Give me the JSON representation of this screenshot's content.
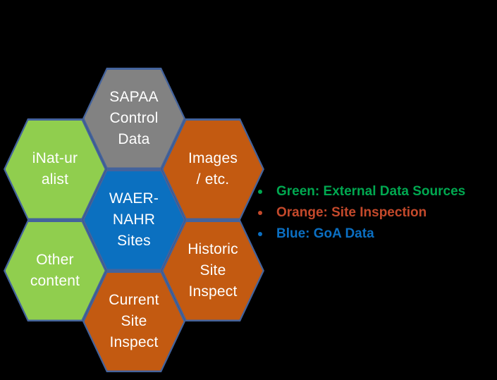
{
  "canvas": {
    "background": "#000000"
  },
  "colors": {
    "hex_border": "#44639C",
    "label_text": "#FFFFFF"
  },
  "hexagons": [
    {
      "id": "sapaa-control-data",
      "label": "SAPAA\nControl\nData",
      "fill": "#828282"
    },
    {
      "id": "inaturalist",
      "label": "iNat-ur\nalist",
      "fill": "#90CE4E"
    },
    {
      "id": "images-etc",
      "label": "Images\n/ etc.",
      "fill": "#C35A11"
    },
    {
      "id": "waer-nahr-sites",
      "label": "WAER-\nNAHR\nSites",
      "fill": "#0B70C0"
    },
    {
      "id": "other-content",
      "label": "Other\ncontent",
      "fill": "#90CE4E"
    },
    {
      "id": "historic-site-inspect",
      "label": "Historic\nSite\nInspect",
      "fill": "#C35A11"
    },
    {
      "id": "current-site-inspect",
      "label": "Current\nSite\nInspect",
      "fill": "#C35A11"
    }
  ],
  "legend": {
    "items": [
      {
        "text": "Green: External Data Sources",
        "color": "#00A850"
      },
      {
        "text": "Orange: Site Inspection",
        "color": "#C4492B"
      },
      {
        "text": "Blue: GoA Data",
        "color": "#0B6FC2"
      }
    ]
  }
}
